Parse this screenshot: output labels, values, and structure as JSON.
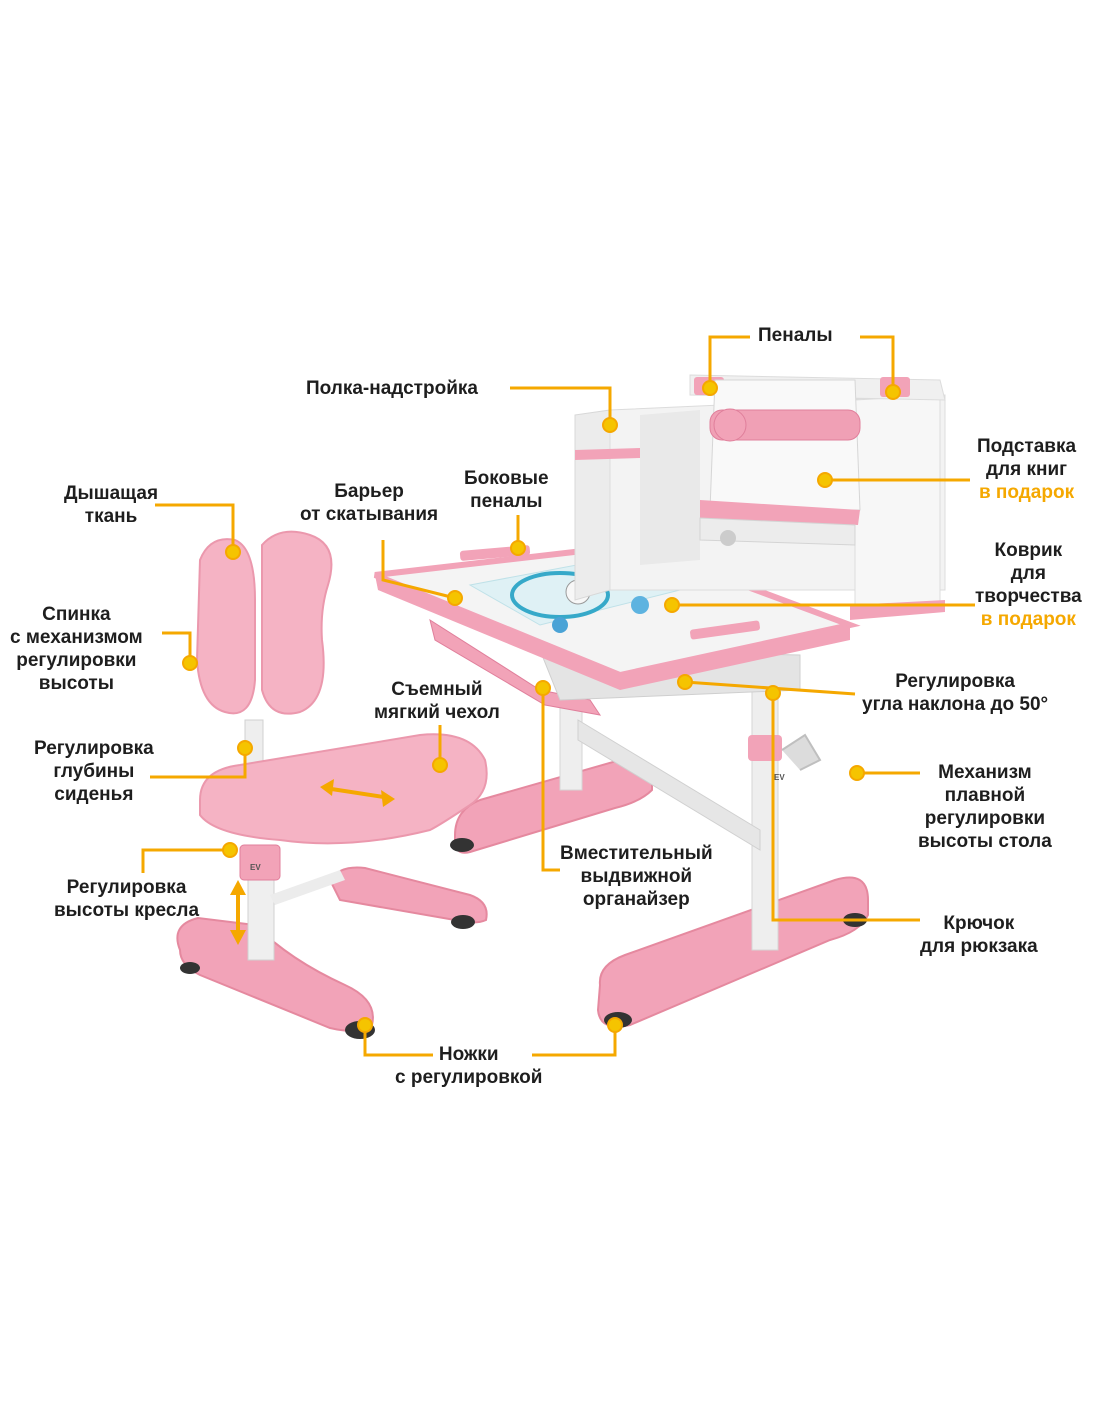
{
  "colors": {
    "accent": "#f5a800",
    "pink": "#f2a3b8",
    "pink_dark": "#e07f9b",
    "white_panel": "#efefef",
    "text": "#1e1e1e"
  },
  "callouts": {
    "penaly": {
      "lines": [
        "Пеналы"
      ]
    },
    "polka": {
      "lines": [
        "Полка-надстройка"
      ]
    },
    "podstavka": {
      "lines": [
        "Подставка",
        "для книг"
      ],
      "gift": "в подарок"
    },
    "dyshashchaya": {
      "lines": [
        "Дышащая",
        "ткань"
      ]
    },
    "barer": {
      "lines": [
        "Барьер",
        "от скатывания"
      ]
    },
    "bokovye": {
      "lines": [
        "Боковые",
        "пеналы"
      ]
    },
    "kovrik": {
      "lines": [
        "Коврик",
        "для",
        "творчества"
      ],
      "gift": "в подарок"
    },
    "spinka": {
      "lines": [
        "Спинка",
        "с механизмом",
        "регулировки",
        "высоты"
      ]
    },
    "semnyy": {
      "lines": [
        "Съемный",
        "мягкий чехол"
      ]
    },
    "ugol": {
      "lines": [
        "Регулировка",
        "угла наклона до 50°"
      ]
    },
    "glubina": {
      "lines": [
        "Регулировка",
        "глубины",
        "сиденья"
      ]
    },
    "mekhanizm": {
      "lines": [
        "Механизм",
        "плавной",
        "регулировки",
        "высоты стола"
      ]
    },
    "organayzer": {
      "lines": [
        "Вместительный",
        "выдвижной",
        "органайзер"
      ]
    },
    "kreslo": {
      "lines": [
        "Регулировка",
        "высоты кресла"
      ]
    },
    "kryuchok": {
      "lines": [
        "Крючок",
        "для рюкзака"
      ]
    },
    "nozhki": {
      "lines": [
        "Ножки",
        "с регулировкой"
      ]
    }
  },
  "product_badge": "EV"
}
